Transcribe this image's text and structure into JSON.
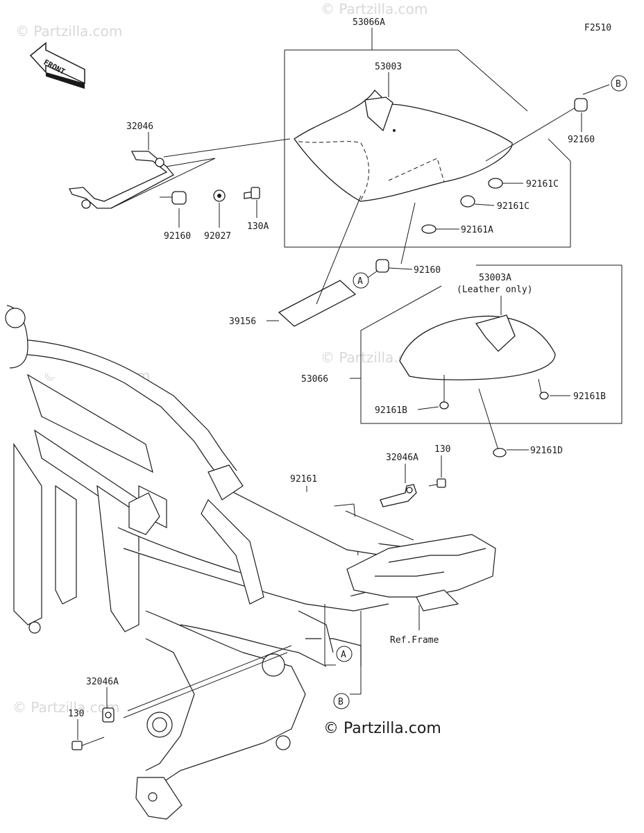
{
  "diagram_code": "F2510",
  "front_label": "FRONT",
  "watermark": "© Partzilla.com",
  "brand": "© Partzilla.com",
  "callouts": {
    "a": "A",
    "b": "B"
  },
  "labels": {
    "seat_assy": "53066A",
    "seat": "53003",
    "bracket_top": "32046",
    "grommet_rt": "92160",
    "grommet_left": "92160",
    "collar": "92027",
    "bolt_130a": "130A",
    "damper_c1": "92161C",
    "damper_c2": "92161C",
    "damper_a": "92161A",
    "grommet_a": "92160",
    "seat_cover_assy": "53003A",
    "leather_note": "(Leather only)",
    "pad": "39156",
    "cover_assy": "53066",
    "damper_b_left": "92161B",
    "damper_b_right": "92161B",
    "damper_d": "92161D",
    "bracket_32046a": "32046A",
    "bolt_130_top": "130",
    "damper_92161": "92161",
    "ref_frame": "Ref.Frame",
    "bracket_32046a_bottom": "32046A",
    "bolt_130_bottom": "130"
  }
}
